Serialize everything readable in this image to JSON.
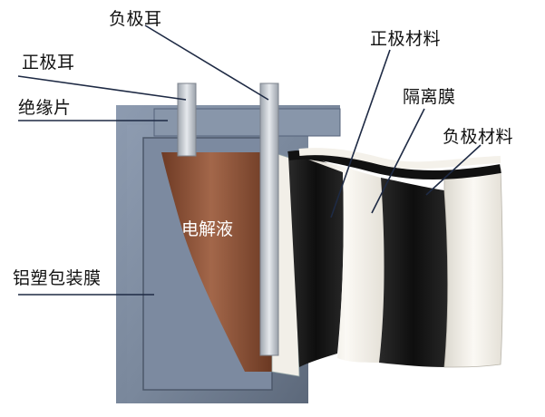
{
  "labels": {
    "negative_tab": "负极耳",
    "positive_tab": "正极耳",
    "insulation_sheet": "绝缘片",
    "aluminum_plastic_film": "铝塑包装膜",
    "electrolyte": "电解液",
    "positive_material": "正极材料",
    "separator": "隔离膜",
    "negative_material": "负极材料"
  },
  "colors": {
    "casing": "#7f8fa3",
    "casing_dark": "#5d6b80",
    "electrolyte": "#8a4e33",
    "electrode_black": "#141414",
    "separator_white": "#f4f1ea",
    "tab": "#c7ccd3",
    "leader_line": "#1e2a44"
  }
}
